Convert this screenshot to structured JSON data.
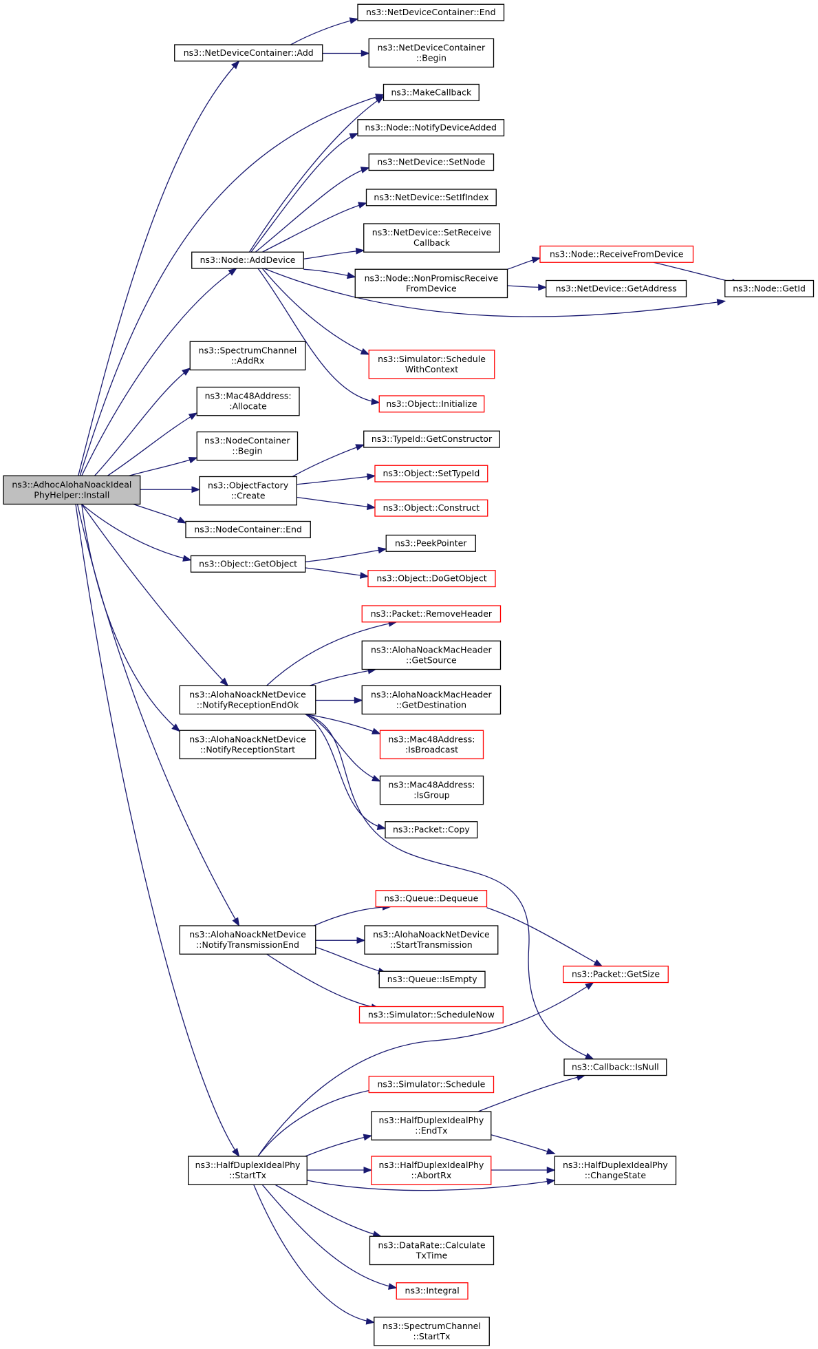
{
  "diagram": {
    "kind": "call-graph",
    "colors": {
      "edge": "#191970",
      "border": "#000000",
      "border_truncated": "#ff0000",
      "root_fill": "#bfbfbf"
    },
    "nodes": [
      {
        "id": "root",
        "lines": [
          "ns3::AdhocAlohaNoackIdeal",
          "PhyHelper::Install"
        ],
        "style": "root"
      },
      {
        "id": "ndc_add",
        "lines": [
          "ns3::NetDeviceContainer::Add"
        ]
      },
      {
        "id": "ndc_end",
        "lines": [
          "ns3::NetDeviceContainer::End"
        ]
      },
      {
        "id": "ndc_begin",
        "lines": [
          "ns3::NetDeviceContainer",
          "::Begin"
        ]
      },
      {
        "id": "makecb",
        "lines": [
          "ns3::MakeCallback"
        ]
      },
      {
        "id": "notifydev",
        "lines": [
          "ns3::Node::NotifyDeviceAdded"
        ]
      },
      {
        "id": "setnode",
        "lines": [
          "ns3::NetDevice::SetNode"
        ]
      },
      {
        "id": "setifindex",
        "lines": [
          "ns3::NetDevice::SetIfIndex"
        ]
      },
      {
        "id": "setrecv",
        "lines": [
          "ns3::NetDevice::SetReceive",
          "Callback"
        ]
      },
      {
        "id": "addevice",
        "lines": [
          "ns3::Node::AddDevice"
        ]
      },
      {
        "id": "nonpromisc",
        "lines": [
          "ns3::Node::NonPromiscReceive",
          "FromDevice"
        ]
      },
      {
        "id": "recvfrom",
        "lines": [
          "ns3::Node::ReceiveFromDevice"
        ],
        "style": "red"
      },
      {
        "id": "getaddr",
        "lines": [
          "ns3::NetDevice::GetAddress"
        ]
      },
      {
        "id": "getid",
        "lines": [
          "ns3::Node::GetId"
        ]
      },
      {
        "id": "schedctx",
        "lines": [
          "ns3::Simulator::Schedule",
          "WithContext"
        ],
        "style": "red"
      },
      {
        "id": "objinit",
        "lines": [
          "ns3::Object::Initialize"
        ],
        "style": "red"
      },
      {
        "id": "addrx",
        "lines": [
          "ns3::SpectrumChannel",
          "::AddRx"
        ]
      },
      {
        "id": "mac48alloc",
        "lines": [
          "ns3::Mac48Address:",
          ":Allocate"
        ]
      },
      {
        "id": "nc_begin",
        "lines": [
          "ns3::NodeContainer",
          "::Begin"
        ]
      },
      {
        "id": "objfactory",
        "lines": [
          "ns3::ObjectFactory",
          "::Create"
        ]
      },
      {
        "id": "getctor",
        "lines": [
          "ns3::TypeId::GetConstructor"
        ]
      },
      {
        "id": "settypeid",
        "lines": [
          "ns3::Object::SetTypeId"
        ],
        "style": "red"
      },
      {
        "id": "construct",
        "lines": [
          "ns3::Object::Construct"
        ],
        "style": "red"
      },
      {
        "id": "nc_end",
        "lines": [
          "ns3::NodeContainer::End"
        ]
      },
      {
        "id": "getobject",
        "lines": [
          "ns3::Object::GetObject"
        ]
      },
      {
        "id": "peekptr",
        "lines": [
          "ns3::PeekPointer"
        ]
      },
      {
        "id": "dogetobj",
        "lines": [
          "ns3::Object::DoGetObject"
        ],
        "style": "red"
      },
      {
        "id": "removehdr",
        "lines": [
          "ns3::Packet::RemoveHeader"
        ],
        "style": "red"
      },
      {
        "id": "getsource",
        "lines": [
          "ns3::AlohaNoackMacHeader",
          "::GetSource"
        ]
      },
      {
        "id": "getdest",
        "lines": [
          "ns3::AlohaNoackMacHeader",
          "::GetDestination"
        ]
      },
      {
        "id": "notifyok",
        "lines": [
          "ns3::AlohaNoackNetDevice",
          "::NotifyReceptionEndOk"
        ]
      },
      {
        "id": "isbcast",
        "lines": [
          "ns3::Mac48Address:",
          ":IsBroadcast"
        ],
        "style": "red"
      },
      {
        "id": "notifystart",
        "lines": [
          "ns3::AlohaNoackNetDevice",
          "::NotifyReceptionStart"
        ]
      },
      {
        "id": "isgroup",
        "lines": [
          "ns3::Mac48Address:",
          ":IsGroup"
        ]
      },
      {
        "id": "pktcopy",
        "lines": [
          "ns3::Packet::Copy"
        ]
      },
      {
        "id": "dequeue",
        "lines": [
          "ns3::Queue::Dequeue"
        ],
        "style": "red"
      },
      {
        "id": "notifytx",
        "lines": [
          "ns3::AlohaNoackNetDevice",
          "::NotifyTransmissionEnd"
        ]
      },
      {
        "id": "starttrans",
        "lines": [
          "ns3::AlohaNoackNetDevice",
          "::StartTransmission"
        ]
      },
      {
        "id": "getsize",
        "lines": [
          "ns3::Packet::GetSize"
        ],
        "style": "red"
      },
      {
        "id": "isempty",
        "lines": [
          "ns3::Queue::IsEmpty"
        ]
      },
      {
        "id": "schednow",
        "lines": [
          "ns3::Simulator::ScheduleNow"
        ],
        "style": "red"
      },
      {
        "id": "isnull",
        "lines": [
          "ns3::Callback::IsNull"
        ]
      },
      {
        "id": "schedule",
        "lines": [
          "ns3::Simulator::Schedule"
        ],
        "style": "red"
      },
      {
        "id": "endtx",
        "lines": [
          "ns3::HalfDuplexIdealPhy",
          "::EndTx"
        ]
      },
      {
        "id": "phystarttx",
        "lines": [
          "ns3::HalfDuplexIdealPhy",
          "::StartTx"
        ]
      },
      {
        "id": "abortrx",
        "lines": [
          "ns3::HalfDuplexIdealPhy",
          "::AbortRx"
        ],
        "style": "red"
      },
      {
        "id": "changestate",
        "lines": [
          "ns3::HalfDuplexIdealPhy",
          "::ChangeState"
        ]
      },
      {
        "id": "calctx",
        "lines": [
          "ns3::DataRate::Calculate",
          "TxTime"
        ]
      },
      {
        "id": "integral",
        "lines": [
          "ns3::Integral"
        ],
        "style": "red"
      },
      {
        "id": "chstarttx",
        "lines": [
          "ns3::SpectrumChannel",
          "::StartTx"
        ]
      }
    ],
    "edges": [
      [
        "root",
        "ndc_add"
      ],
      [
        "root",
        "makecb"
      ],
      [
        "root",
        "addevice"
      ],
      [
        "root",
        "addrx"
      ],
      [
        "root",
        "mac48alloc"
      ],
      [
        "root",
        "nc_begin"
      ],
      [
        "root",
        "objfactory"
      ],
      [
        "root",
        "nc_end"
      ],
      [
        "root",
        "getobject"
      ],
      [
        "root",
        "notifyok"
      ],
      [
        "root",
        "notifystart"
      ],
      [
        "root",
        "notifytx"
      ],
      [
        "root",
        "phystarttx"
      ],
      [
        "ndc_add",
        "ndc_end"
      ],
      [
        "ndc_add",
        "ndc_begin"
      ],
      [
        "addevice",
        "makecb"
      ],
      [
        "addevice",
        "notifydev"
      ],
      [
        "addevice",
        "setnode"
      ],
      [
        "addevice",
        "setifindex"
      ],
      [
        "addevice",
        "setrecv"
      ],
      [
        "addevice",
        "nonpromisc"
      ],
      [
        "addevice",
        "getid"
      ],
      [
        "addevice",
        "schedctx"
      ],
      [
        "addevice",
        "objinit"
      ],
      [
        "nonpromisc",
        "recvfrom"
      ],
      [
        "nonpromisc",
        "getaddr"
      ],
      [
        "recvfrom",
        "getid"
      ],
      [
        "objfactory",
        "getctor"
      ],
      [
        "objfactory",
        "settypeid"
      ],
      [
        "objfactory",
        "construct"
      ],
      [
        "getobject",
        "peekptr"
      ],
      [
        "getobject",
        "dogetobj"
      ],
      [
        "notifyok",
        "removehdr"
      ],
      [
        "notifyok",
        "getsource"
      ],
      [
        "notifyok",
        "getdest"
      ],
      [
        "notifyok",
        "isbcast"
      ],
      [
        "notifyok",
        "isgroup"
      ],
      [
        "notifyok",
        "pktcopy"
      ],
      [
        "notifyok",
        "isnull"
      ],
      [
        "notifytx",
        "dequeue"
      ],
      [
        "notifytx",
        "starttrans"
      ],
      [
        "notifytx",
        "isempty"
      ],
      [
        "notifytx",
        "schednow"
      ],
      [
        "dequeue",
        "getsize"
      ],
      [
        "phystarttx",
        "getsize"
      ],
      [
        "phystarttx",
        "schedule"
      ],
      [
        "phystarttx",
        "endtx"
      ],
      [
        "phystarttx",
        "abortrx"
      ],
      [
        "phystarttx",
        "changestate"
      ],
      [
        "phystarttx",
        "calctx"
      ],
      [
        "phystarttx",
        "integral"
      ],
      [
        "phystarttx",
        "chstarttx"
      ],
      [
        "endtx",
        "isnull"
      ],
      [
        "endtx",
        "changestate"
      ],
      [
        "abortrx",
        "changestate"
      ]
    ]
  }
}
